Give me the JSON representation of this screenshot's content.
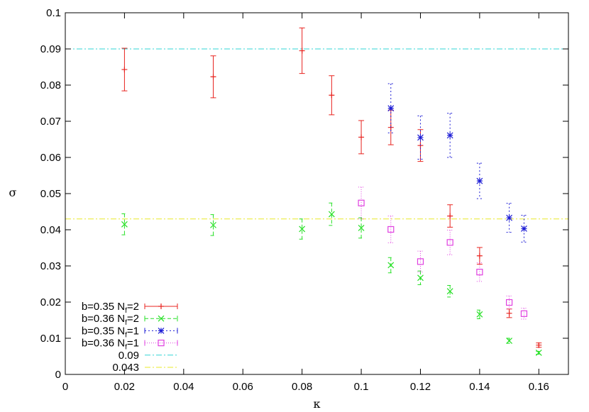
{
  "chart_data": {
    "type": "scatter",
    "xlabel": "κ",
    "ylabel": "σ",
    "xlim": [
      0,
      0.17
    ],
    "ylim": [
      0,
      0.1
    ],
    "x_ticks": [
      "0",
      "0.02",
      "0.04",
      "0.06",
      "0.08",
      "0.1",
      "0.12",
      "0.14",
      "0.16"
    ],
    "y_ticks": [
      "0",
      "0.01",
      "0.02",
      "0.03",
      "0.04",
      "0.05",
      "0.06",
      "0.07",
      "0.08",
      "0.09",
      "0.1"
    ],
    "grid": false,
    "legend_position": "bottom-left",
    "series": [
      {
        "name": "b=0.35 N_f=2",
        "legend": {
          "pre": "b=0.35 N",
          "sub": "f",
          "post": "=2"
        },
        "marker": "plus",
        "color": "#e8231f",
        "points": [
          {
            "x": 0.02,
            "y": 0.0843,
            "err": 0.0059
          },
          {
            "x": 0.05,
            "y": 0.0823,
            "err": 0.0058
          },
          {
            "x": 0.08,
            "y": 0.0895,
            "err": 0.0063
          },
          {
            "x": 0.09,
            "y": 0.0772,
            "err": 0.0054
          },
          {
            "x": 0.1,
            "y": 0.0656,
            "err": 0.0046
          },
          {
            "x": 0.11,
            "y": 0.0683,
            "err": 0.0048
          },
          {
            "x": 0.12,
            "y": 0.0633,
            "err": 0.0044
          },
          {
            "x": 0.13,
            "y": 0.0438,
            "err": 0.0031
          },
          {
            "x": 0.14,
            "y": 0.0328,
            "err": 0.0023
          },
          {
            "x": 0.15,
            "y": 0.0169,
            "err": 0.0012
          },
          {
            "x": 0.16,
            "y": 0.0081,
            "err": 0.0006
          }
        ]
      },
      {
        "name": "b=0.36 N_f=2",
        "legend": {
          "pre": "b=0.36 N",
          "sub": "f",
          "post": "=2"
        },
        "marker": "cross",
        "color": "#26e026",
        "points": [
          {
            "x": 0.02,
            "y": 0.0415,
            "err": 0.0029
          },
          {
            "x": 0.05,
            "y": 0.0413,
            "err": 0.0029
          },
          {
            "x": 0.08,
            "y": 0.0402,
            "err": 0.0028
          },
          {
            "x": 0.09,
            "y": 0.0443,
            "err": 0.0031
          },
          {
            "x": 0.1,
            "y": 0.0405,
            "err": 0.0028
          },
          {
            "x": 0.11,
            "y": 0.0302,
            "err": 0.0021
          },
          {
            "x": 0.12,
            "y": 0.0267,
            "err": 0.0019
          },
          {
            "x": 0.13,
            "y": 0.023,
            "err": 0.0016
          },
          {
            "x": 0.14,
            "y": 0.0166,
            "err": 0.0012
          },
          {
            "x": 0.15,
            "y": 0.0093,
            "err": 0.0007
          },
          {
            "x": 0.16,
            "y": 0.006,
            "err": 0.0004
          }
        ]
      },
      {
        "name": "b=0.35 N_f=1",
        "legend": {
          "pre": "b=0.35 N",
          "sub": "f",
          "post": "=1"
        },
        "marker": "star",
        "color": "#1f1fd6",
        "points": [
          {
            "x": 0.11,
            "y": 0.0736,
            "err": 0.0068
          },
          {
            "x": 0.12,
            "y": 0.0655,
            "err": 0.006
          },
          {
            "x": 0.13,
            "y": 0.0661,
            "err": 0.0061
          },
          {
            "x": 0.14,
            "y": 0.0535,
            "err": 0.0049
          },
          {
            "x": 0.15,
            "y": 0.0433,
            "err": 0.004
          },
          {
            "x": 0.155,
            "y": 0.0403,
            "err": 0.0037
          }
        ]
      },
      {
        "name": "b=0.36 N_f=1",
        "legend": {
          "pre": "b=0.36 N",
          "sub": "f",
          "post": "=1"
        },
        "marker": "square",
        "color": "#e040e0",
        "points": [
          {
            "x": 0.1,
            "y": 0.0474,
            "err": 0.0044
          },
          {
            "x": 0.11,
            "y": 0.0401,
            "err": 0.0037
          },
          {
            "x": 0.12,
            "y": 0.0312,
            "err": 0.0029
          },
          {
            "x": 0.13,
            "y": 0.0365,
            "err": 0.0034
          },
          {
            "x": 0.14,
            "y": 0.0283,
            "err": 0.0026
          },
          {
            "x": 0.15,
            "y": 0.0199,
            "err": 0.0018
          },
          {
            "x": 0.155,
            "y": 0.0168,
            "err": 0.0015
          }
        ]
      }
    ],
    "reference_lines": [
      {
        "name": "0.09",
        "y": 0.09,
        "color": "#33d6d6",
        "style": "dash-dot"
      },
      {
        "name": "0.043",
        "y": 0.043,
        "color": "#e8e82a",
        "style": "dash-dot"
      }
    ]
  }
}
